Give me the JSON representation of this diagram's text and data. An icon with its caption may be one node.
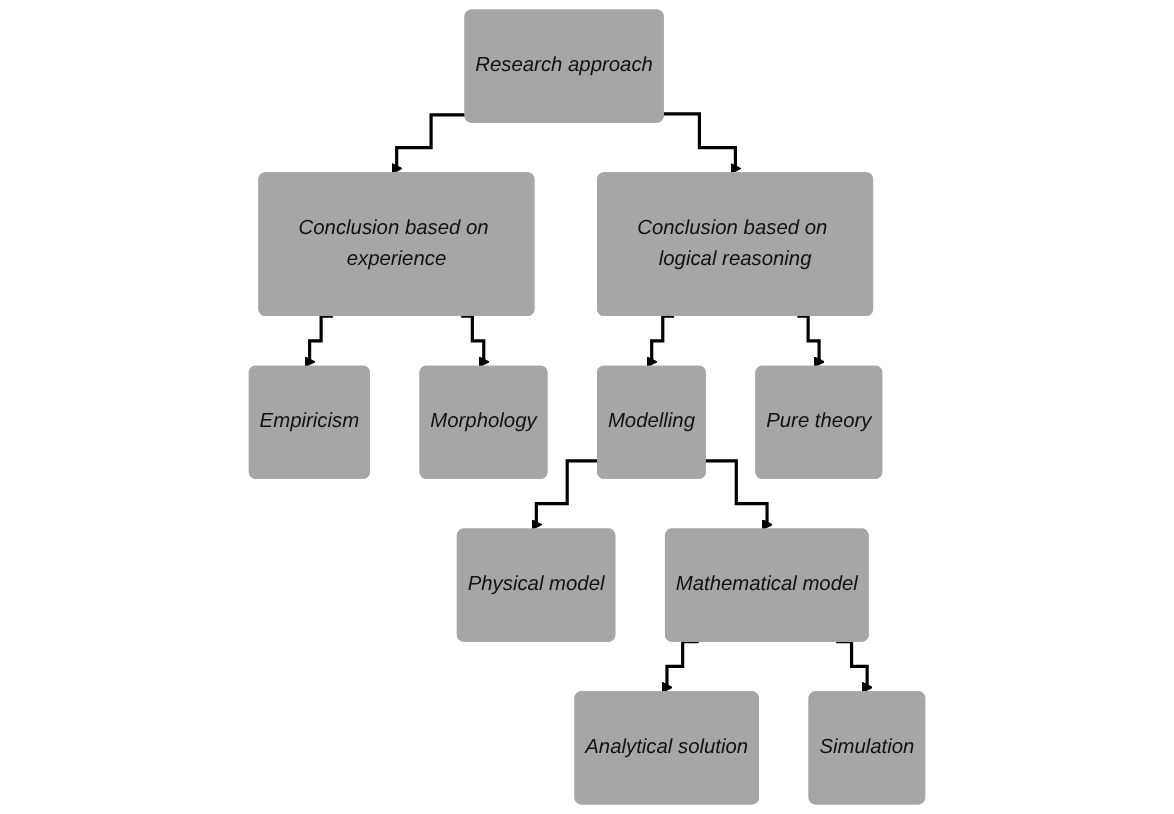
{
  "diagram": {
    "nodes": [
      {
        "text": [
          "Research approach"
        ]
      },
      {
        "text": [
          "Conclusion based on experience"
        ]
      },
      {
        "text": [
          "Conclusion based on logical reasoning"
        ]
      },
      {
        "text": [
          "Empiricism"
        ]
      },
      {
        "text": [
          "Morphology"
        ]
      },
      {
        "text": [
          "Modelling"
        ]
      },
      {
        "text": [
          "Pure theory"
        ]
      },
      {
        "text": [
          "Physical model"
        ]
      },
      {
        "text": [
          "Mathematical model"
        ]
      },
      {
        "text": [
          "Analytical solution"
        ]
      },
      {
        "text": [
          "Simulation"
        ]
      }
    ],
    "edges": [
      {
        "from": 0,
        "to": 1,
        "arrow": "to"
      },
      {
        "from": 0,
        "to": 2,
        "arrow": "to"
      },
      {
        "from": 1,
        "to": 3,
        "arrow": "to"
      },
      {
        "from": 1,
        "to": 4,
        "arrow": "to"
      },
      {
        "from": 2,
        "to": 5,
        "arrow": "to"
      },
      {
        "from": 2,
        "to": 6,
        "arrow": "to"
      },
      {
        "from": 5,
        "to": 7,
        "arrow": "to"
      },
      {
        "from": 5,
        "to": 8,
        "arrow": "to"
      },
      {
        "from": 8,
        "to": 9,
        "arrow": "to"
      },
      {
        "from": 8,
        "to": 10,
        "arrow": "to"
      }
    ]
  }
}
